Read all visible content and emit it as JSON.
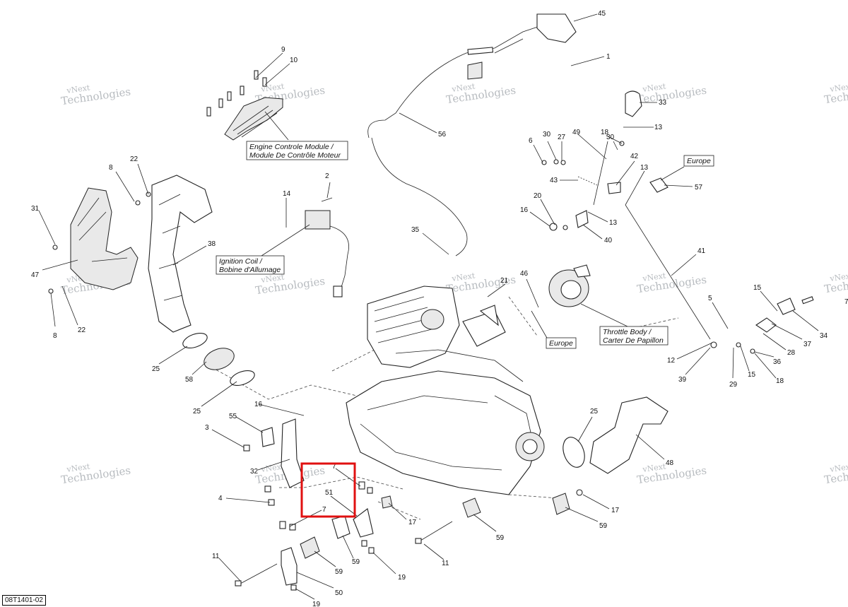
{
  "footer_code": "08T1401-02",
  "watermark_lines": [
    "vNext",
    "Technologies"
  ],
  "highlight_color": "#e01010",
  "boxed_labels": {
    "ecm": [
      "Engine Controle Module /",
      "Module De Contrôle Moteur"
    ],
    "ignition": [
      "Ignition Coil /",
      "Bobine d'Allumage"
    ],
    "throttle": [
      "Throttle Body /",
      "Carter De Papillon"
    ],
    "europe_top": "Europe",
    "europe_mid": "Europe"
  },
  "callouts": [
    "1",
    "2",
    "3",
    "4",
    "5",
    "6",
    "7",
    "7",
    "7",
    "8",
    "8",
    "9",
    "10",
    "11",
    "11",
    "12",
    "13",
    "13",
    "13",
    "14",
    "15",
    "15",
    "16",
    "16",
    "17",
    "17",
    "18",
    "18",
    "19",
    "19",
    "20",
    "21",
    "22",
    "22",
    "25",
    "25",
    "25",
    "27",
    "28",
    "29",
    "30",
    "30",
    "31",
    "32",
    "33",
    "34",
    "35",
    "36",
    "37",
    "38",
    "39",
    "40",
    "41",
    "42",
    "43",
    "45",
    "46",
    "47",
    "48",
    "49",
    "50",
    "51",
    "55",
    "56",
    "57",
    "58",
    "59",
    "59",
    "59",
    "59"
  ]
}
